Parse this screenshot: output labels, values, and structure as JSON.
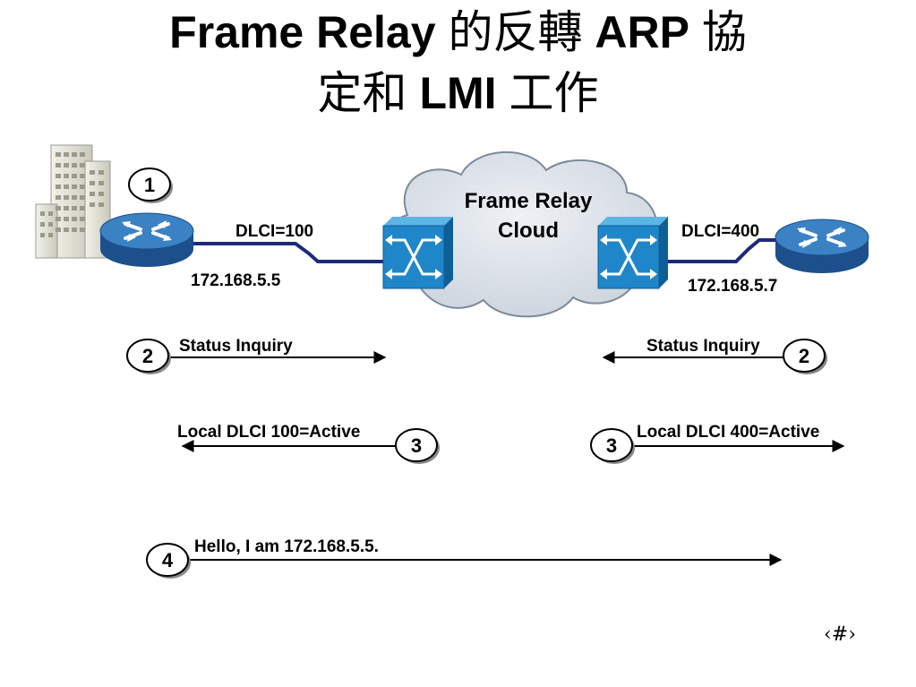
{
  "title": {
    "line1_en": "Frame Relay",
    "line1_cjk": "的反轉",
    "line1_en2": "ARP",
    "line1_cjk2": "協",
    "line2_cjk": "定和",
    "line2_en": "LMI",
    "line2_cjk2": "工作"
  },
  "cloud": {
    "line1": "Frame Relay",
    "line2": "Cloud"
  },
  "left": {
    "dlci": "DLCI=100",
    "ip": "172.168.5.5"
  },
  "right": {
    "dlci": "DLCI=400",
    "ip": "172.168.5.7"
  },
  "steps": {
    "s1": "1",
    "s2_left": "2",
    "s2_left_text": "Status Inquiry",
    "s2_right": "2",
    "s2_right_text": "Status Inquiry",
    "s3_left": "3",
    "s3_left_text": "Local DLCI 100=Active",
    "s3_right": "3",
    "s3_right_text": "Local DLCI 400=Active",
    "s4": "4",
    "s4_text": "Hello, I am 172.168.5.5."
  },
  "slide_number": "‹#›",
  "colors": {
    "router": "#2a6bb0",
    "switch": "#1f86c9",
    "cloud": "#dde3ea",
    "link": "#1c2a7a"
  }
}
